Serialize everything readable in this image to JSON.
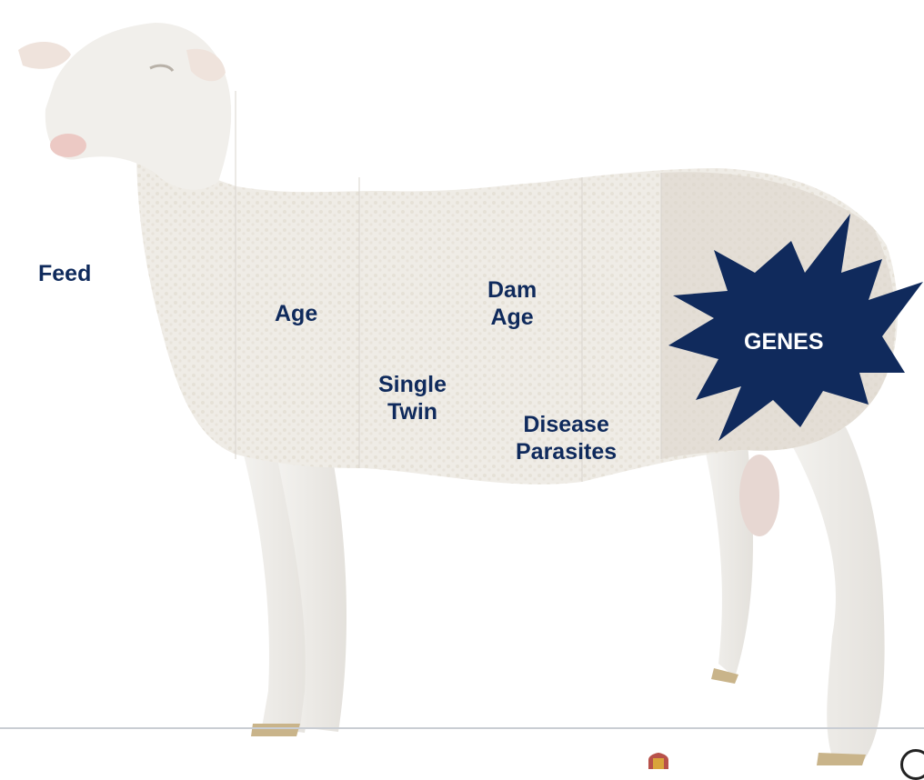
{
  "labels": {
    "feed": "Feed",
    "age": "Age",
    "dam_age": [
      "Dam",
      "Age"
    ],
    "single_twin": [
      "Single",
      "Twin"
    ],
    "disease_parasites": [
      "Disease",
      "Parasites"
    ],
    "genes": "GENES"
  },
  "colors": {
    "label_text": "#0f2a5c",
    "genes_burst": "#102a5c",
    "genes_text": "#ffffff",
    "wool": "#efece6",
    "wool_shaded": "#e3ddd2"
  }
}
